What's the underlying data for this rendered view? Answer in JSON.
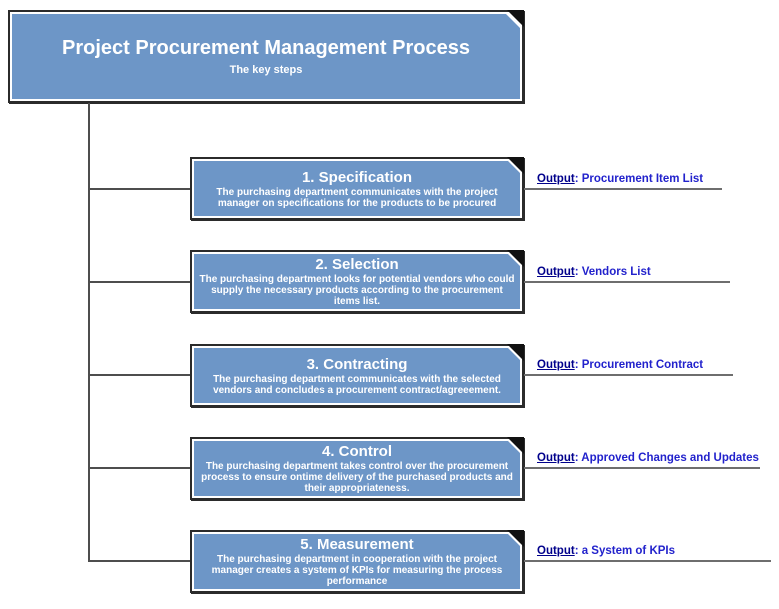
{
  "diagram": {
    "title": "Project Procurement Management Process",
    "subtitle": "The key steps"
  },
  "colors": {
    "node_fill": "#6D96C7",
    "node_border": "#2B2B2B",
    "fold": "#111111",
    "connector": "#4D4D4D",
    "output_rule": "#6E6E6E",
    "output_label_color": "#00008B",
    "output_value_color": "#2222CC",
    "node_text": "#FFFFFF"
  },
  "steps": [
    {
      "title": "1. Specification",
      "description": "The purchasing department communicates with the project manager on specifications for the products to be procured",
      "output_label": "Output",
      "output_value": ": Procurement Item List"
    },
    {
      "title": "2. Selection",
      "description": "The purchasing department looks for potential vendors who could supply the necessary products according to the procurement items list.",
      "output_label": "Output",
      "output_value": ": Vendors List"
    },
    {
      "title": "3. Contracting",
      "description": "The purchasing department communicates with the selected vendors and concludes a procurement contract/agreeement.",
      "output_label": "Output",
      "output_value": ": Procurement Contract"
    },
    {
      "title": "4. Control",
      "description": "The purchasing department takes control over the procurement process to ensure ontime delivery of the purchased products and their appropriateness.",
      "output_label": "Output",
      "output_value": ": Approved Changes and Updates"
    },
    {
      "title": "5. Measurement",
      "description": "The purchasing department in cooperation with the project manager creates a system of KPIs for measuring the process performance",
      "output_label": "Output",
      "output_value": ": a System of KPIs"
    }
  ]
}
